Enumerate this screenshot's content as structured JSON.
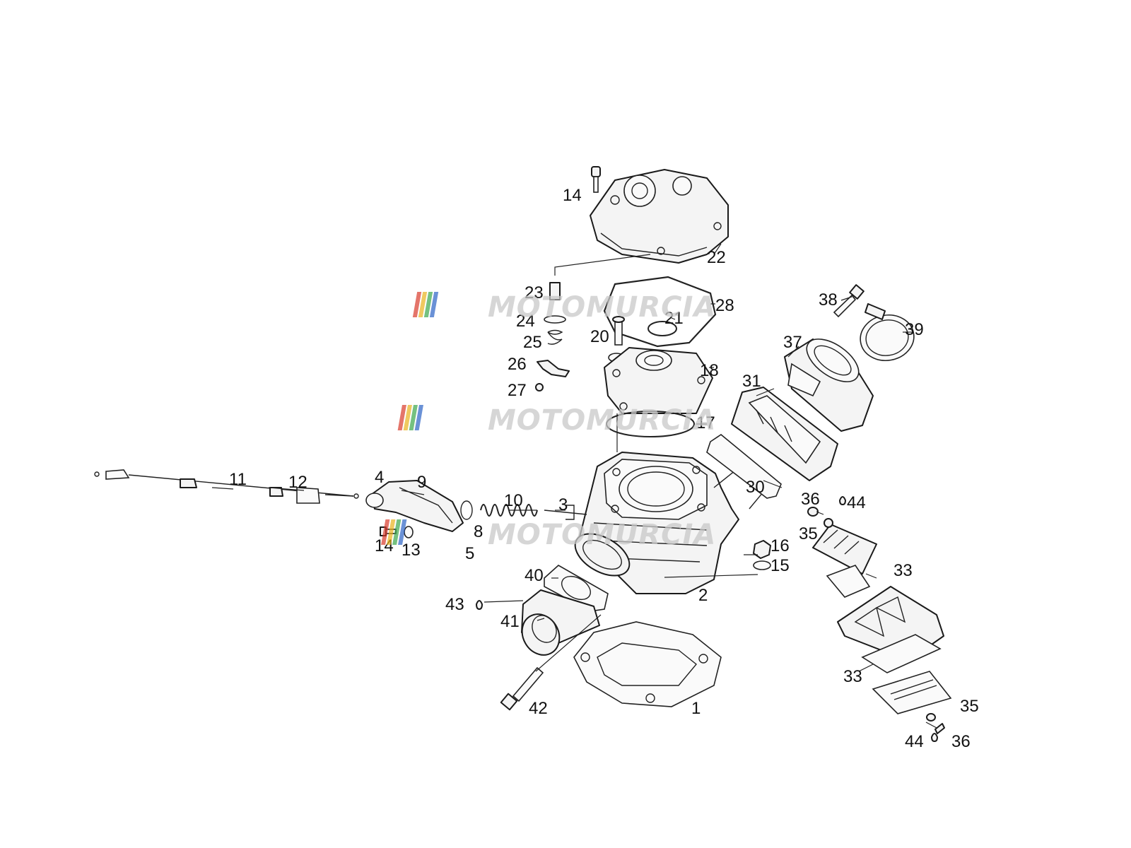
{
  "watermark": {
    "text": "MOTOMURCIA",
    "stripe_colors": [
      "#d93a2b",
      "#e8b21c",
      "#3aa64a",
      "#2b62c4"
    ]
  },
  "callouts": {
    "c1": "1",
    "c2": "2",
    "c3": "3",
    "c4": "4",
    "c5": "5",
    "c8": "8",
    "c9": "9",
    "c10": "10",
    "c11": "11",
    "c12": "12",
    "c13": "13",
    "c14a": "14",
    "c14b": "14",
    "c15": "15",
    "c16": "16",
    "c17": "17",
    "c18": "18",
    "c20": "20",
    "c21": "21",
    "c22": "22",
    "c23": "23",
    "c24": "24",
    "c25": "25",
    "c26": "26",
    "c27": "27",
    "c28": "28",
    "c30": "30",
    "c31": "31",
    "c33a": "33",
    "c33b": "33",
    "c35a": "35",
    "c35b": "35",
    "c36a": "36",
    "c36b": "36",
    "c37": "37",
    "c38": "38",
    "c39": "39",
    "c40": "40",
    "c41": "41",
    "c42": "42",
    "c43": "43",
    "c44a": "44",
    "c44b": "44"
  }
}
